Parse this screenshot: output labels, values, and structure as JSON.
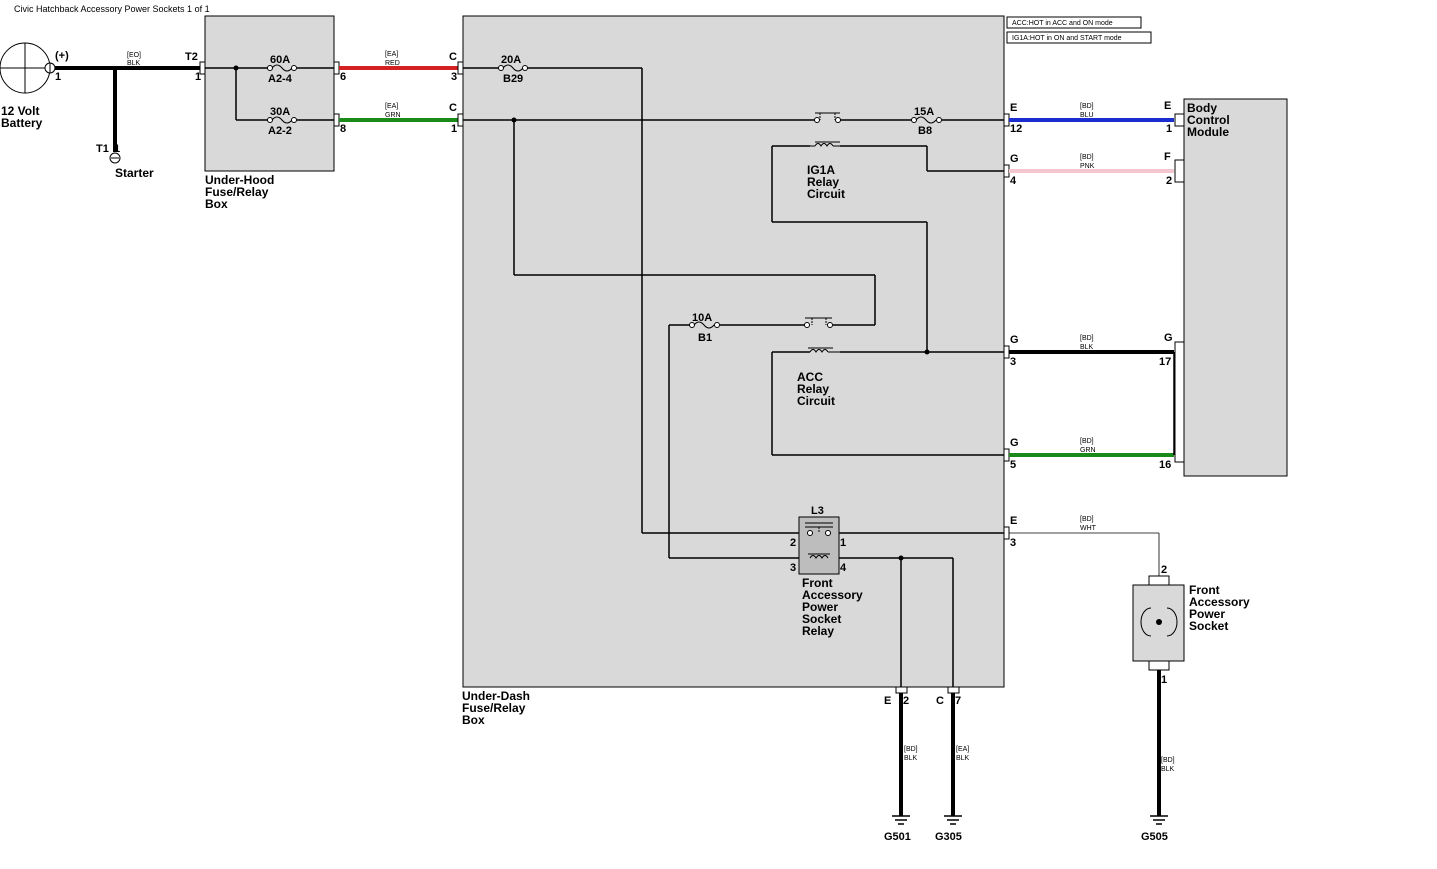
{
  "title": "Civic Hatchback Accessory Power Sockets 1 of 1",
  "legend": {
    "acc": "ACC:HOT in ACC and ON mode",
    "ig1a": "IG1A:HOT in ON and START mode"
  },
  "battery": {
    "plus": "(+)",
    "pin": "1",
    "label1": "12 Volt",
    "label2": "Battery"
  },
  "starter": {
    "conn": "T1",
    "pin": "1",
    "label": "Starter"
  },
  "wires": {
    "battery_wire": {
      "code": "[EO]",
      "color": "BLK"
    },
    "uh_a24_out": {
      "code": "[EA]",
      "color": "RED"
    },
    "uh_a22_out": {
      "code": "[EA]",
      "color": "GRN"
    },
    "bcm_e": {
      "code": "[BD]",
      "color": "BLU"
    },
    "bcm_f": {
      "code": "[BD]",
      "color": "PNK"
    },
    "bcm_g17": {
      "code": "[BD]",
      "color": "BLK"
    },
    "bcm_g16": {
      "code": "[BD]",
      "color": "GRN"
    },
    "socket_wire": {
      "code": "[BD]",
      "color": "WHT"
    },
    "g501_wire": {
      "code": "[BD]",
      "color": "BLK"
    },
    "g305_wire": {
      "code": "[EA]",
      "color": "BLK"
    },
    "g505_wire": {
      "code": "[BD]",
      "color": "BLK"
    }
  },
  "underhood": {
    "label1": "Under-Hood",
    "label2": "Fuse/Relay",
    "label3": "Box",
    "in_conn": "T2",
    "in_pin": "1",
    "fuse1": {
      "rating": "60A",
      "id": "A2-4",
      "pin": "6"
    },
    "fuse2": {
      "rating": "30A",
      "id": "A2-2",
      "pin": "8"
    }
  },
  "underdash": {
    "label1": "Under-Dash",
    "label2": "Fuse/Relay",
    "label3": "Box",
    "in1": {
      "conn": "C",
      "pin": "3"
    },
    "in2": {
      "conn": "C",
      "pin": "1"
    },
    "fuse_b29": {
      "rating": "20A",
      "id": "B29"
    },
    "fuse_b8": {
      "rating": "15A",
      "id": "B8"
    },
    "fuse_b1": {
      "rating": "10A",
      "id": "B1"
    },
    "ig1a_relay": {
      "l1": "IG1A",
      "l2": "Relay",
      "l3": "Circuit"
    },
    "acc_relay": {
      "l1": "ACC",
      "l2": "Relay",
      "l3": "Circuit"
    },
    "socket_relay": {
      "id": "L3",
      "p1": "1",
      "p2": "2",
      "p3": "3",
      "p4": "4",
      "l1": "Front",
      "l2": "Accessory",
      "l3": "Power",
      "l4": "Socket",
      "l5": "Relay"
    },
    "out_e12": {
      "conn": "E",
      "pin": "12"
    },
    "out_g4": {
      "conn": "G",
      "pin": "4"
    },
    "out_g3": {
      "conn": "G",
      "pin": "3"
    },
    "out_g5": {
      "conn": "G",
      "pin": "5"
    },
    "out_e3": {
      "conn": "E",
      "pin": "3"
    },
    "gnd_e2": {
      "conn": "E",
      "pin": "2"
    },
    "gnd_c7": {
      "conn": "C",
      "pin": "7"
    }
  },
  "bcm": {
    "label1": "Body",
    "label2": "Control",
    "label3": "Module",
    "e": {
      "conn": "E",
      "pin": "1"
    },
    "f": {
      "conn": "F",
      "pin": "2"
    },
    "g17": {
      "conn": "G",
      "pin": "17"
    },
    "g16": {
      "pin": "16"
    }
  },
  "socket": {
    "l1": "Front",
    "l2": "Accessory",
    "l3": "Power",
    "l4": "Socket",
    "pin_top": "2",
    "pin_bottom": "1"
  },
  "grounds": {
    "g501": "G501",
    "g305": "G305",
    "g505": "G505"
  },
  "colors": {
    "red": "#d42020",
    "green": "#1a8a1a",
    "blue": "#1a2ed0",
    "pink": "#f4c6d0",
    "box_fill": "#d9d9d9",
    "relay_fill": "#bdbdbd"
  }
}
